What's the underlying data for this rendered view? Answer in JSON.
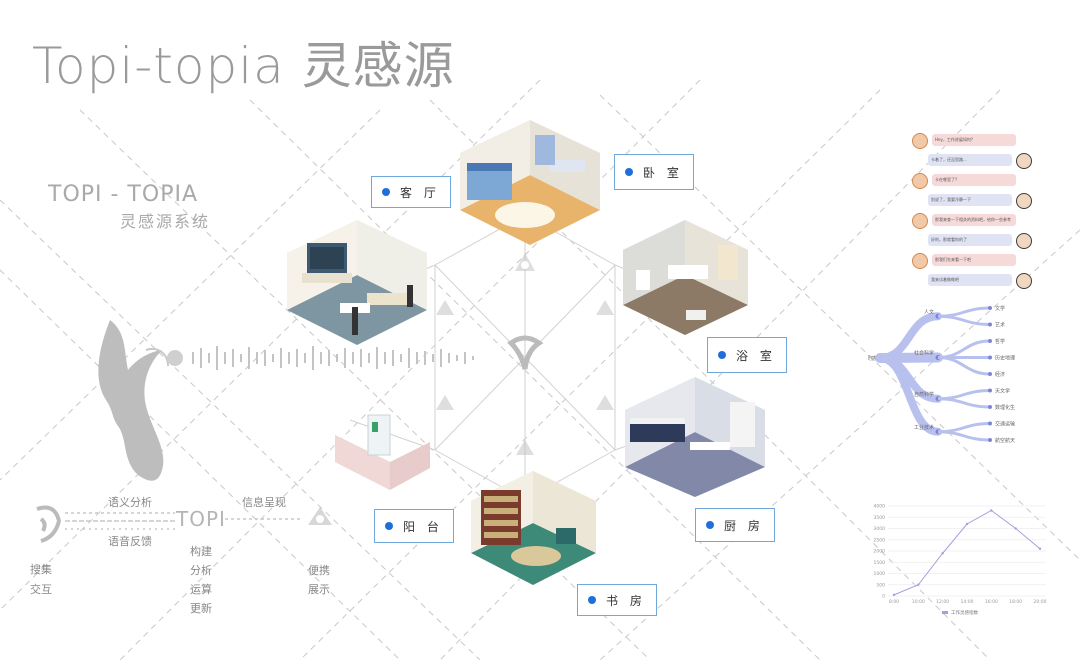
{
  "title": "Topi-topia 灵感源",
  "system": {
    "name_en": "TOPI - TOPIA",
    "name_cn": "灵感源系统"
  },
  "rooms": {
    "living": "客 厅",
    "bedroom": "卧 室",
    "bathroom": "浴 室",
    "balcony": "阳 台",
    "kitchen": "厨 房",
    "study": "书 房"
  },
  "flow": {
    "semantic": "语义分析",
    "voice_feedback": "语音反馈",
    "info_present": "信息呈现",
    "topi": "TOPI",
    "search": "搜集",
    "interact": "交互",
    "build": "构建",
    "analyze": "分析",
    "compute": "运算",
    "update": "更新",
    "portable": "便携",
    "display": "展示"
  },
  "chat": [
    {
      "side": "left",
      "text": "Hey，工作进展如何?"
    },
    {
      "side": "right",
      "text": "卡着了，还没思路..."
    },
    {
      "side": "left",
      "text": "卡在哪里了?"
    },
    {
      "side": "right",
      "text": "别说了，我要冷静一下"
    },
    {
      "side": "left",
      "text": "那我来查一下相关的资料吧，给你一些参考"
    },
    {
      "side": "right",
      "text": "好的，那就看你的了"
    },
    {
      "side": "left",
      "text": "那我们先来看一下吧"
    },
    {
      "side": "right",
      "text": "我来试着做做吧"
    }
  ],
  "tree": {
    "root": "灵感",
    "branches": [
      {
        "name": "人文",
        "leaves": [
          "文学",
          "艺术"
        ]
      },
      {
        "name": "社会科学",
        "leaves": [
          "哲学",
          "历史地理",
          "经济"
        ]
      },
      {
        "name": "自然科学",
        "leaves": [
          "天文学",
          "数理化生"
        ]
      },
      {
        "name": "工业技术",
        "leaves": [
          "交通运输",
          "航空航天"
        ]
      }
    ]
  },
  "chart_data": {
    "type": "line",
    "x": [
      "8:00",
      "10:00",
      "12:00",
      "14:00",
      "16:00",
      "18:00",
      "20:00"
    ],
    "values": [
      50,
      500,
      1900,
      3200,
      3800,
      3000,
      2100
    ],
    "yticks": [
      0,
      500,
      1000,
      1500,
      2000,
      2500,
      3000,
      3500,
      4000
    ],
    "ylim": [
      0,
      4000
    ],
    "legend": "工作灵感指数",
    "line_color": "#a99de0"
  },
  "colors": {
    "label_border": "#6fa8dc",
    "label_dot": "#1e6fd9",
    "tree": "#b8c0ee"
  }
}
